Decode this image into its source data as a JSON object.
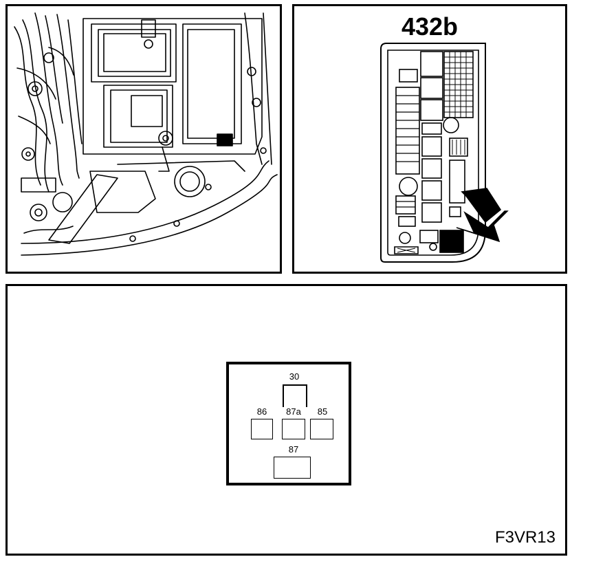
{
  "fusebox": {
    "title": "432b"
  },
  "relay": {
    "pins": {
      "p30": "30",
      "p86": "86",
      "p87a": "87a",
      "p85": "85",
      "p87": "87"
    }
  },
  "figure_code": "F3VR13",
  "colors": {
    "line": "#000000",
    "background": "#ffffff"
  }
}
